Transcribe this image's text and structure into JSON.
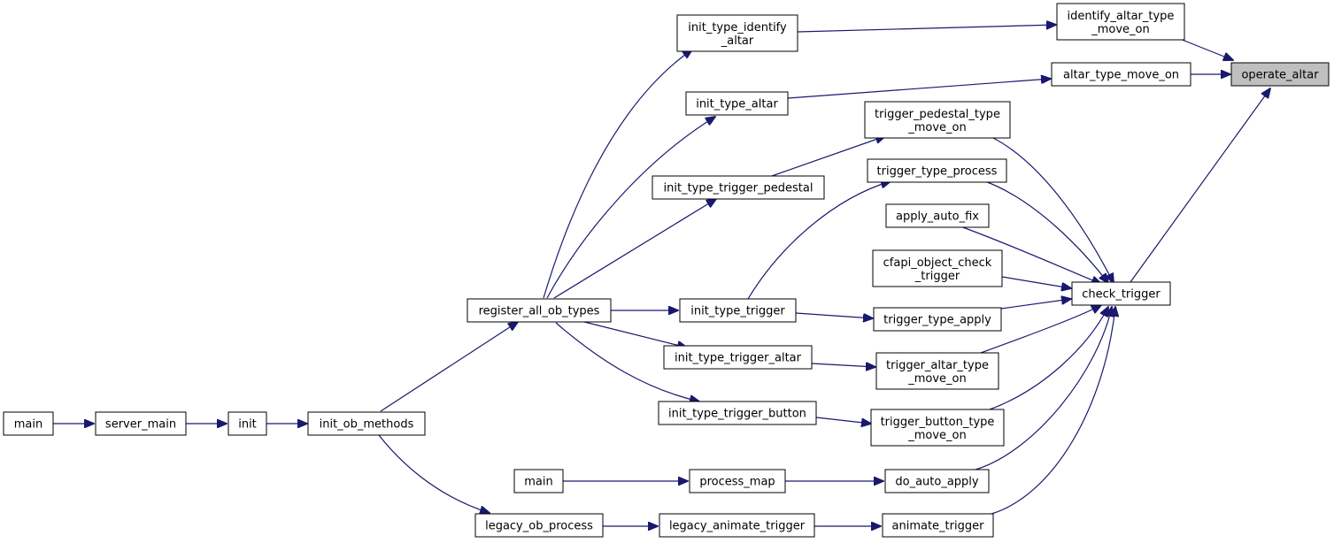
{
  "graph": {
    "target": "operate_altar",
    "colors": {
      "edge": "#191970",
      "node_border": "#000000",
      "highlight_fill": "#bfbfbf",
      "background": "#ffffff"
    },
    "nodes": {
      "n_operate_altar": {
        "lines": [
          "operate_altar"
        ],
        "highlight": true
      },
      "n_identify_altar_move_on": {
        "lines": [
          "identify_altar_type",
          "_move_on"
        ]
      },
      "n_altar_type_move_on": {
        "lines": [
          "altar_type_move_on"
        ]
      },
      "n_check_trigger": {
        "lines": [
          "check_trigger"
        ]
      },
      "n_init_type_identify_altar": {
        "lines": [
          "init_type_identify",
          "_altar"
        ]
      },
      "n_init_type_altar": {
        "lines": [
          "init_type_altar"
        ]
      },
      "n_register_all_ob_types": {
        "lines": [
          "register_all_ob_types"
        ]
      },
      "n_init_ob_methods": {
        "lines": [
          "init_ob_methods"
        ]
      },
      "n_init": {
        "lines": [
          "init"
        ]
      },
      "n_server_main": {
        "lines": [
          "server_main"
        ]
      },
      "n_main_1": {
        "lines": [
          "main"
        ]
      },
      "n_trigger_pedestal_move_on": {
        "lines": [
          "trigger_pedestal_type",
          "_move_on"
        ]
      },
      "n_trigger_type_process": {
        "lines": [
          "trigger_type_process"
        ]
      },
      "n_apply_auto_fix": {
        "lines": [
          "apply_auto_fix"
        ]
      },
      "n_cfapi_object_check_trigger": {
        "lines": [
          "cfapi_object_check",
          "_trigger"
        ]
      },
      "n_trigger_type_apply": {
        "lines": [
          "trigger_type_apply"
        ]
      },
      "n_trigger_altar_move_on": {
        "lines": [
          "trigger_altar_type",
          "_move_on"
        ]
      },
      "n_trigger_button_move_on": {
        "lines": [
          "trigger_button_type",
          "_move_on"
        ]
      },
      "n_do_auto_apply": {
        "lines": [
          "do_auto_apply"
        ]
      },
      "n_animate_trigger": {
        "lines": [
          "animate_trigger"
        ]
      },
      "n_init_type_trigger_pedestal": {
        "lines": [
          "init_type_trigger_pedestal"
        ]
      },
      "n_init_type_trigger": {
        "lines": [
          "init_type_trigger"
        ]
      },
      "n_init_type_trigger_altar": {
        "lines": [
          "init_type_trigger_altar"
        ]
      },
      "n_init_type_trigger_button": {
        "lines": [
          "init_type_trigger_button"
        ]
      },
      "n_process_map": {
        "lines": [
          "process_map"
        ]
      },
      "n_main_2": {
        "lines": [
          "main"
        ]
      },
      "n_legacy_animate_trigger": {
        "lines": [
          "legacy_animate_trigger"
        ]
      },
      "n_legacy_ob_process": {
        "lines": [
          "legacy_ob_process"
        ]
      }
    }
  }
}
